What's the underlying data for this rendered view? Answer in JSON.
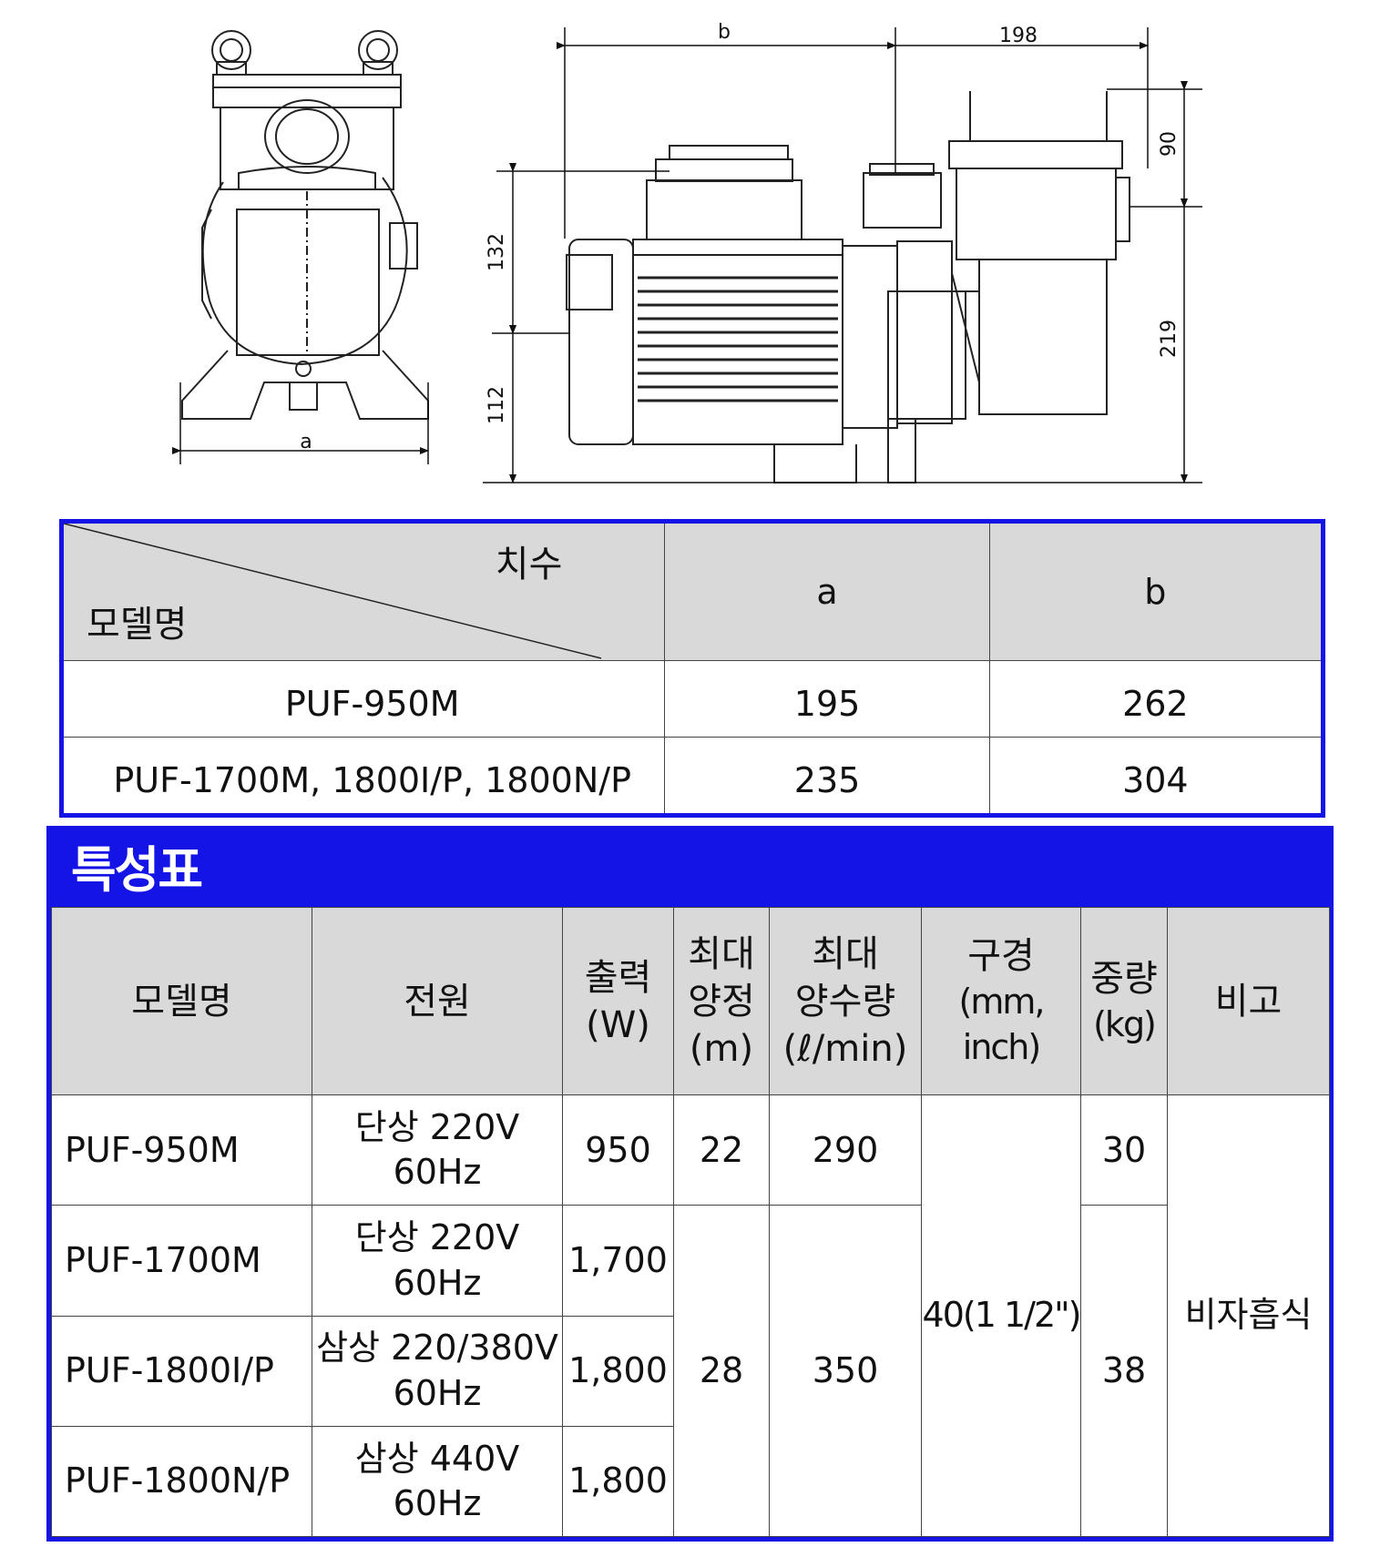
{
  "diagram": {
    "labels": {
      "a": "a",
      "b": "b",
      "d198": "198",
      "d132": "132",
      "d112": "112",
      "d90": "90",
      "d219": "219"
    }
  },
  "dimension_table": {
    "corner_top": "치수",
    "corner_bottom": "모델명",
    "col_a": "a",
    "col_b": "b",
    "rows": [
      {
        "model": "PUF-950M",
        "a": "195",
        "b": "262"
      },
      {
        "model": "PUF-1700M, 1800I/P, 1800N/P",
        "a": "235",
        "b": "304"
      }
    ]
  },
  "spec": {
    "title": "특성표",
    "headers": {
      "model": "모델명",
      "power": "전원",
      "output_l1": "출력",
      "output_l2": "(W)",
      "head_l1": "최대",
      "head_l2": "양정",
      "head_l3": "(m)",
      "flow_l1": "최대",
      "flow_l2": "양수량",
      "flow_l3": "(ℓ/min)",
      "bore_l1": "구경",
      "bore_l2": "(mm, inch)",
      "weight_l1": "중량",
      "weight_l2": "(kg)",
      "note": "비고"
    },
    "rows": [
      {
        "model": "PUF-950M",
        "power_l1": "단상 220V",
        "power_l2": "60Hz",
        "output": "950"
      },
      {
        "model": "PUF-1700M",
        "power_l1": "단상 220V",
        "power_l2": "60Hz",
        "output": "1,700"
      },
      {
        "model": "PUF-1800I/P",
        "power_l1": "삼상 220/380V",
        "power_l2": "60Hz",
        "output": "1,800"
      },
      {
        "model": "PUF-1800N/P",
        "power_l1": "삼상 440V",
        "power_l2": "60Hz",
        "output": "1,800"
      }
    ],
    "merged": {
      "head_950": "22",
      "head_rest": "28",
      "flow_950": "290",
      "flow_rest": "350",
      "bore": "40(1 1/2\")",
      "weight_950": "30",
      "weight_rest": "38",
      "note": "비자흡식"
    }
  },
  "colors": {
    "accent": "#1414e6",
    "header_bg": "#d9d9d9"
  }
}
